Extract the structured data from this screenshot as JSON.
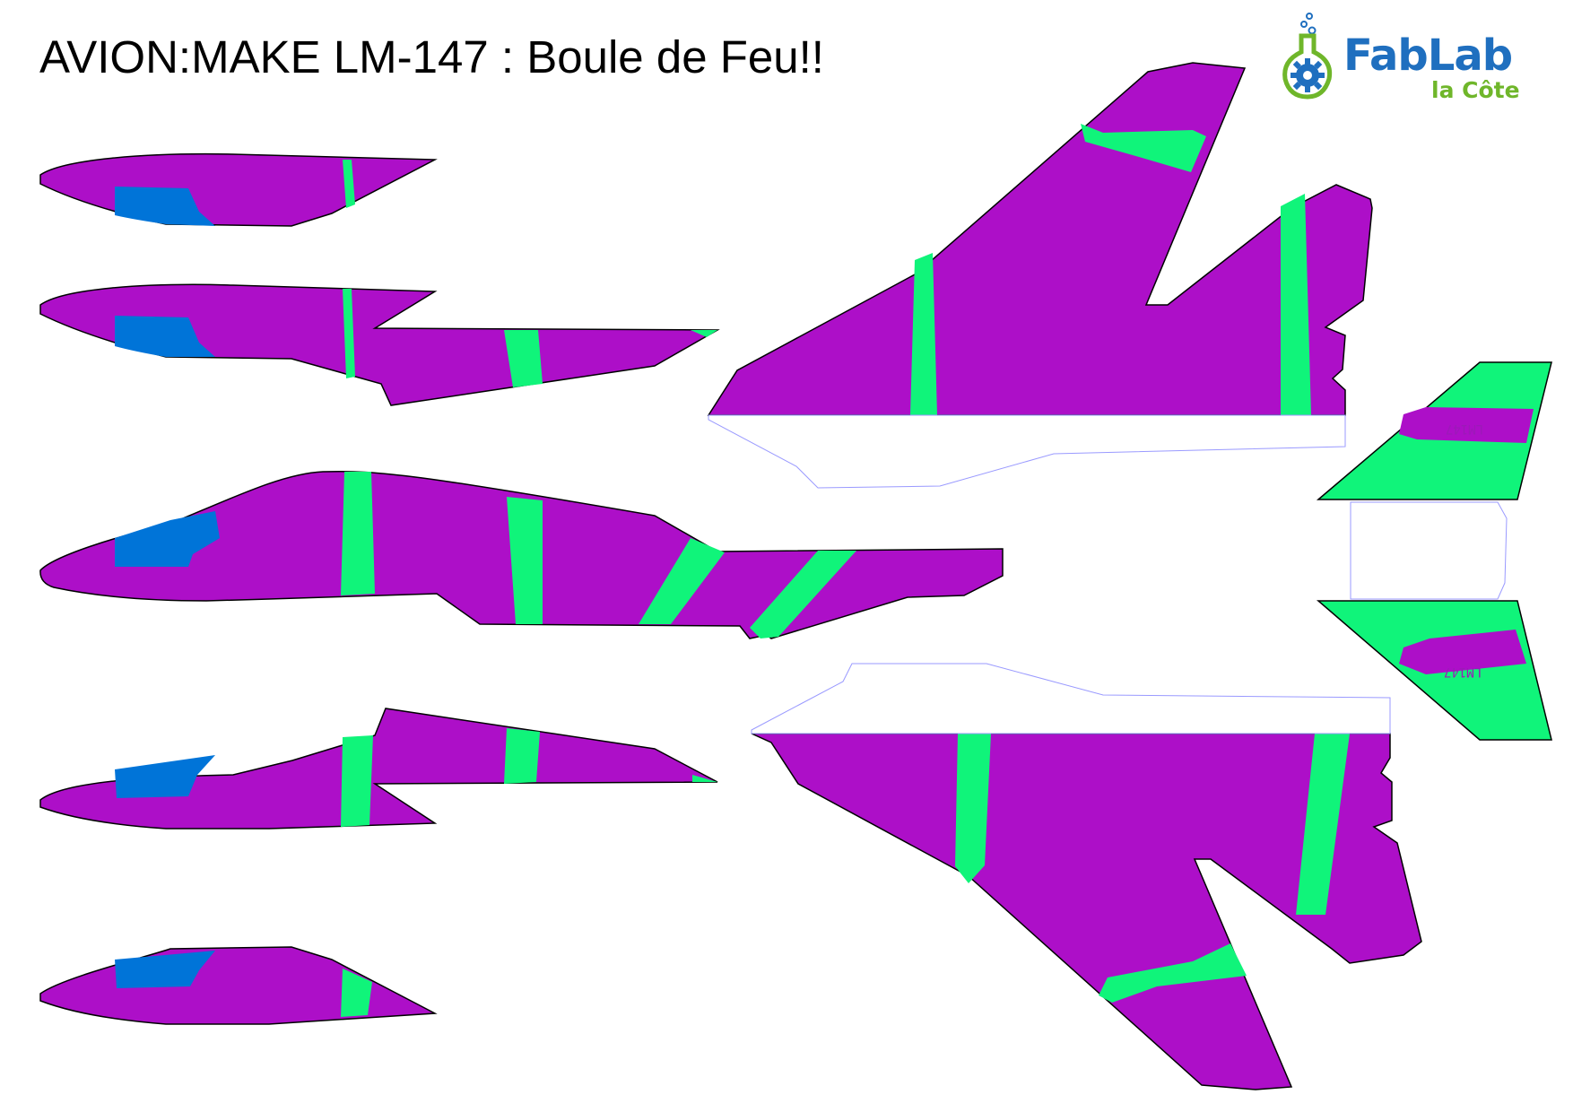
{
  "title": "AVION:MAKE LM-147 : Boule de Feu!!",
  "logo": {
    "main": "FabLab",
    "sub": "la Côte",
    "icon": "gear-flask-icon",
    "colors": {
      "blue": "#1f6fbf",
      "green": "#6fb62a"
    }
  },
  "colors": {
    "body": "#ad0fc8",
    "stripe": "#10f47a",
    "canopy": "#0074d8",
    "outline": "#000000",
    "fold_guide": "#9a9aff"
  },
  "stabilizer_stamp": "LM147"
}
